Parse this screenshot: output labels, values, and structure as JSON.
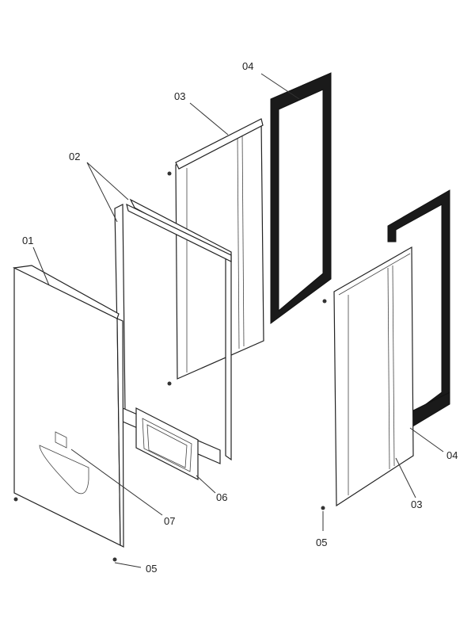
{
  "diagram": {
    "parts": [
      {
        "id": "p01",
        "label": "01"
      },
      {
        "id": "p02",
        "label": "02"
      },
      {
        "id": "p03a",
        "label": "03"
      },
      {
        "id": "p03b",
        "label": "03"
      },
      {
        "id": "p04a",
        "label": "04"
      },
      {
        "id": "p04b",
        "label": "04"
      },
      {
        "id": "p05a",
        "label": "05"
      },
      {
        "id": "p05b",
        "label": "05"
      },
      {
        "id": "p06",
        "label": "06"
      },
      {
        "id": "p07",
        "label": "07"
      }
    ]
  }
}
